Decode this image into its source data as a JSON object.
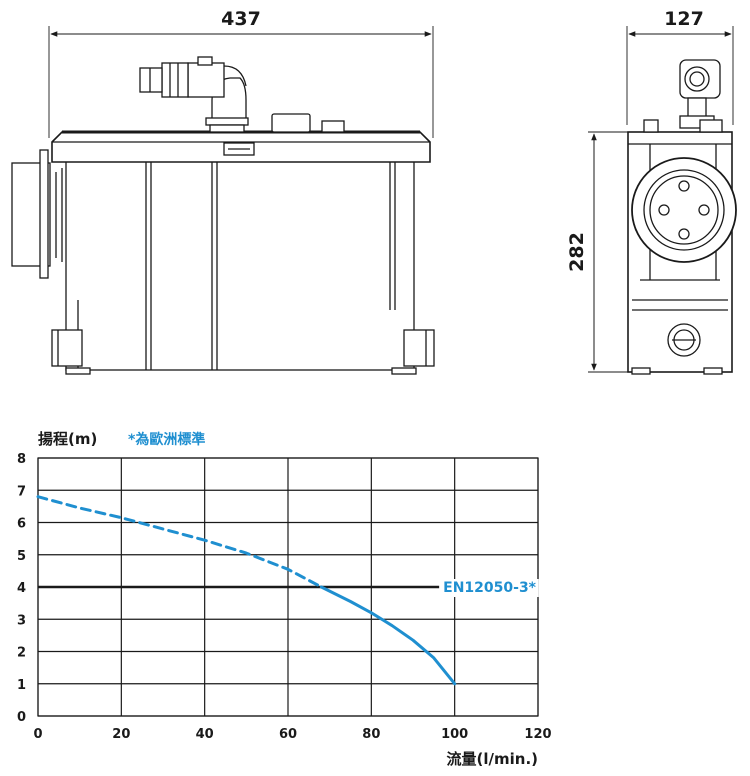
{
  "drawing": {
    "width_dimension": "437",
    "depth_dimension": "127",
    "height_dimension": "282"
  },
  "chart_data": {
    "type": "line",
    "ylabel": "揚程(m)",
    "xlabel": "流量(l/min.)",
    "note": "*為歐洲標準",
    "reference_label": "EN12050-3*",
    "reference_y": 4,
    "accent_color": "#1f8fd0",
    "xlim": [
      0,
      120
    ],
    "ylim": [
      0,
      8
    ],
    "xticks": [
      "0",
      "20",
      "40",
      "60",
      "80",
      "100",
      "120"
    ],
    "yticks": [
      "0",
      "1",
      "2",
      "3",
      "4",
      "5",
      "6",
      "7",
      "8"
    ],
    "xtick_values": [
      0,
      20,
      40,
      60,
      80,
      100,
      120
    ],
    "ytick_values": [
      0,
      1,
      2,
      3,
      4,
      5,
      6,
      7,
      8
    ],
    "series": [
      {
        "style": "dashed",
        "x": [
          0,
          10,
          20,
          30,
          40,
          50,
          60,
          68
        ],
        "y": [
          6.8,
          6.45,
          6.15,
          5.8,
          5.45,
          5.05,
          4.55,
          4.0
        ]
      },
      {
        "style": "solid",
        "x": [
          68,
          75,
          80,
          85,
          90,
          95,
          100
        ],
        "y": [
          4.0,
          3.55,
          3.2,
          2.8,
          2.35,
          1.8,
          1.0
        ]
      }
    ],
    "grid": true
  }
}
